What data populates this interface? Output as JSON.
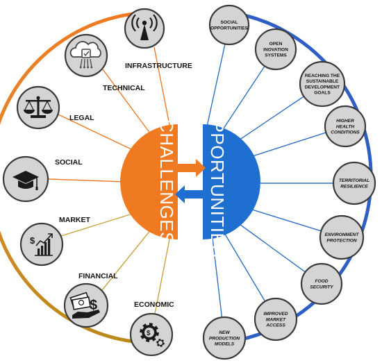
{
  "colors": {
    "challenges": "#f07a22",
    "opportunities": "#1f6fd0",
    "ring_left_gold": "#b98a1a",
    "ring_right_blue": "#2f5fc4",
    "node_fill": "#d4d4d4",
    "node_stroke": "#3a3a3a"
  },
  "center": {
    "challenges_label": "CHALLENGES",
    "opportunities_label": "OPPORTUNITIES"
  },
  "challenges": [
    {
      "label": "INFRASTRUCTURE",
      "icon": "antenna-icon"
    },
    {
      "label": "TECHNICAL",
      "icon": "cloud-chip-icon"
    },
    {
      "label": "LEGAL",
      "icon": "scales-icon"
    },
    {
      "label": "SOCIAL",
      "icon": "graduation-cap-icon"
    },
    {
      "label": "MARKET",
      "icon": "growth-chart-icon"
    },
    {
      "label": "FINANCIAL",
      "icon": "money-hand-icon"
    },
    {
      "label": "ECONOMIC",
      "icon": "gears-icon"
    }
  ],
  "opportunities": [
    {
      "lines": [
        "SOCIAL",
        "OPPORTUNITIES"
      ],
      "italic": false
    },
    {
      "lines": [
        "OPEN",
        "INOVATION",
        "SYSTEMS"
      ],
      "italic": false
    },
    {
      "lines": [
        "REACHING THE",
        "SUSTAINABLE",
        "DEVELOPMENT",
        "GOALS"
      ],
      "italic": false
    },
    {
      "lines": [
        "HIGHER",
        "HEALTH",
        "CONDITIONS"
      ],
      "italic": true
    },
    {
      "lines": [
        "TERRITORIAL",
        "RESILIENCE"
      ],
      "italic": true
    },
    {
      "lines": [
        "ENVIRONMENT",
        "PROTECTION"
      ],
      "italic": true
    },
    {
      "lines": [
        "FOOD",
        "SECURITY"
      ],
      "italic": true
    },
    {
      "lines": [
        "IMPROVED",
        "MARKET",
        "ACCESS"
      ],
      "italic": true
    },
    {
      "lines": [
        "NEW",
        "PRODUCTION",
        "MODELS"
      ],
      "italic": true
    }
  ]
}
